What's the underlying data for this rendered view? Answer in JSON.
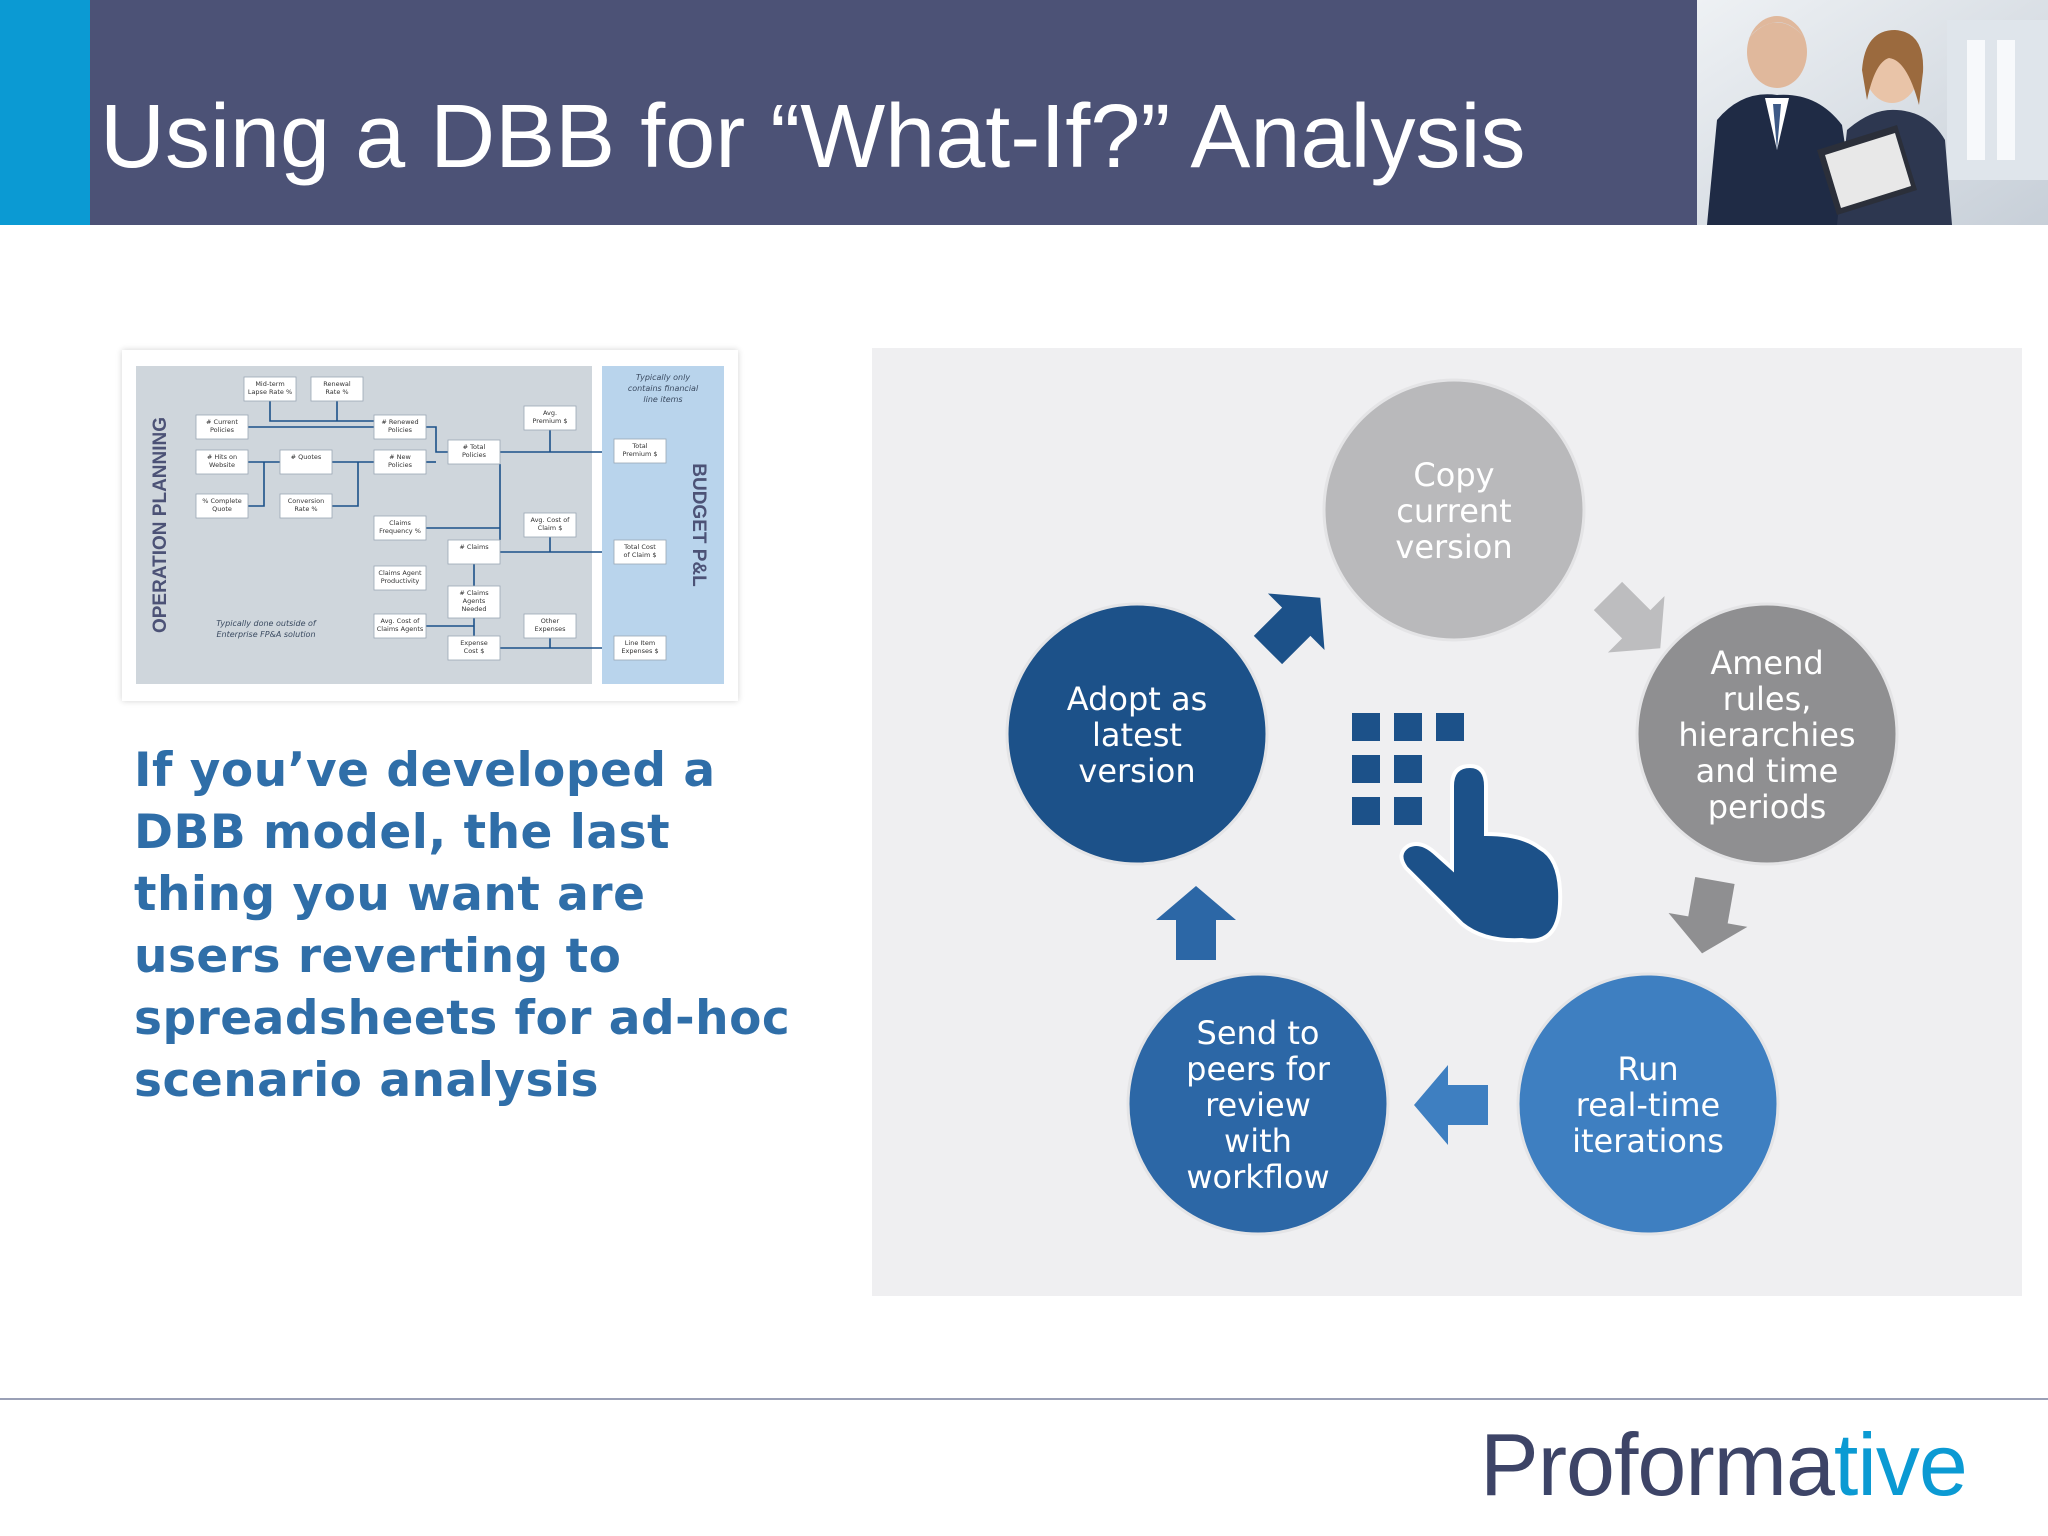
{
  "slide": {
    "title": "Using a DBB for “What-If?” Analysis",
    "body_text": "If you’ve developed a DBB model, the last thing you want are users reverting to spreadsheets for ad-hoc scenario analysis"
  },
  "thumbnail": {
    "left_label": "OPERATION PLANNING",
    "right_label": "BUDGET P&L",
    "right_note": [
      "Typically only",
      "contains financial",
      "line items"
    ],
    "left_note": [
      "Typically done outside of",
      "Enterprise FP&A solution"
    ],
    "boxes": [
      [
        "Mid-term",
        "Lapse Rate %"
      ],
      [
        "Renewal",
        "Rate %"
      ],
      [
        "# Current",
        "Policies"
      ],
      [
        "# Hits on",
        "Website"
      ],
      [
        "% Complete",
        "Quote"
      ],
      [
        "# Quotes"
      ],
      [
        "Conversion",
        "Rate %"
      ],
      [
        "# Renewed",
        "Policies"
      ],
      [
        "# New",
        "Policies"
      ],
      [
        "# Total",
        "Policies"
      ],
      [
        "Avg.",
        "Premium $"
      ],
      [
        "Total",
        "Premium $"
      ],
      [
        "Claims",
        "Frequency %"
      ],
      [
        "Avg. Cost of",
        "Claim $"
      ],
      [
        "# Claims"
      ],
      [
        "Total Cost",
        "of Claim $"
      ],
      [
        "Claims Agent",
        "Productivity"
      ],
      [
        "# Claims",
        "Agents",
        "Needed"
      ],
      [
        "Avg. Cost of",
        "Claims Agents"
      ],
      [
        "Other",
        "Expenses"
      ],
      [
        "Expense",
        "Cost $"
      ],
      [
        "Line Item",
        "Expenses $"
      ]
    ]
  },
  "cycle": {
    "steps": [
      {
        "lines": [
          "Copy",
          "current",
          "version"
        ],
        "color": "#b9b9bb"
      },
      {
        "lines": [
          "Amend",
          "rules,",
          "hierarchies",
          "and time",
          "periods"
        ],
        "color": "#8f8f91"
      },
      {
        "lines": [
          "Run",
          "real-time",
          "iterations"
        ],
        "color": "#3e7fc1"
      },
      {
        "lines": [
          "Send to",
          "peers for",
          "review",
          "with",
          "workflow"
        ],
        "color": "#2c67a6"
      },
      {
        "lines": [
          "Adopt as",
          "latest",
          "version"
        ],
        "color": "#1c5189"
      }
    ],
    "center_icon": "keypad-touch-icon"
  },
  "header_image": "business-people-photo",
  "logo": {
    "part1": "Proforma",
    "part2": "tive"
  },
  "colors": {
    "title_bar": "#4c5276",
    "accent": "#0b9ad3",
    "body_text": "#2f6ea8",
    "dark_blue": "#1c5189",
    "logo_text": "#3d4467"
  }
}
